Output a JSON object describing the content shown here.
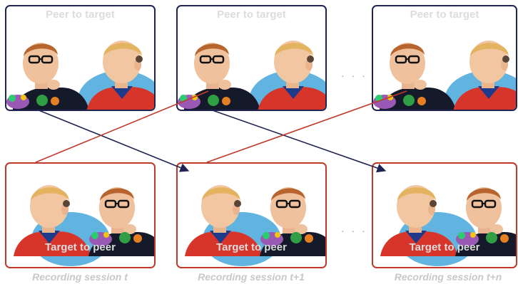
{
  "panels": {
    "top_label": "Peer to target",
    "bottom_label": "Target to peer"
  },
  "sessions": [
    "Recording session t",
    "Recording session t+1",
    "Recording session t+n"
  ],
  "ellipsis": "· · ·",
  "colors": {
    "top_frame": "#1f2452",
    "bottom_frame": "#c0392b",
    "label_text": "#dcdcdc"
  }
}
